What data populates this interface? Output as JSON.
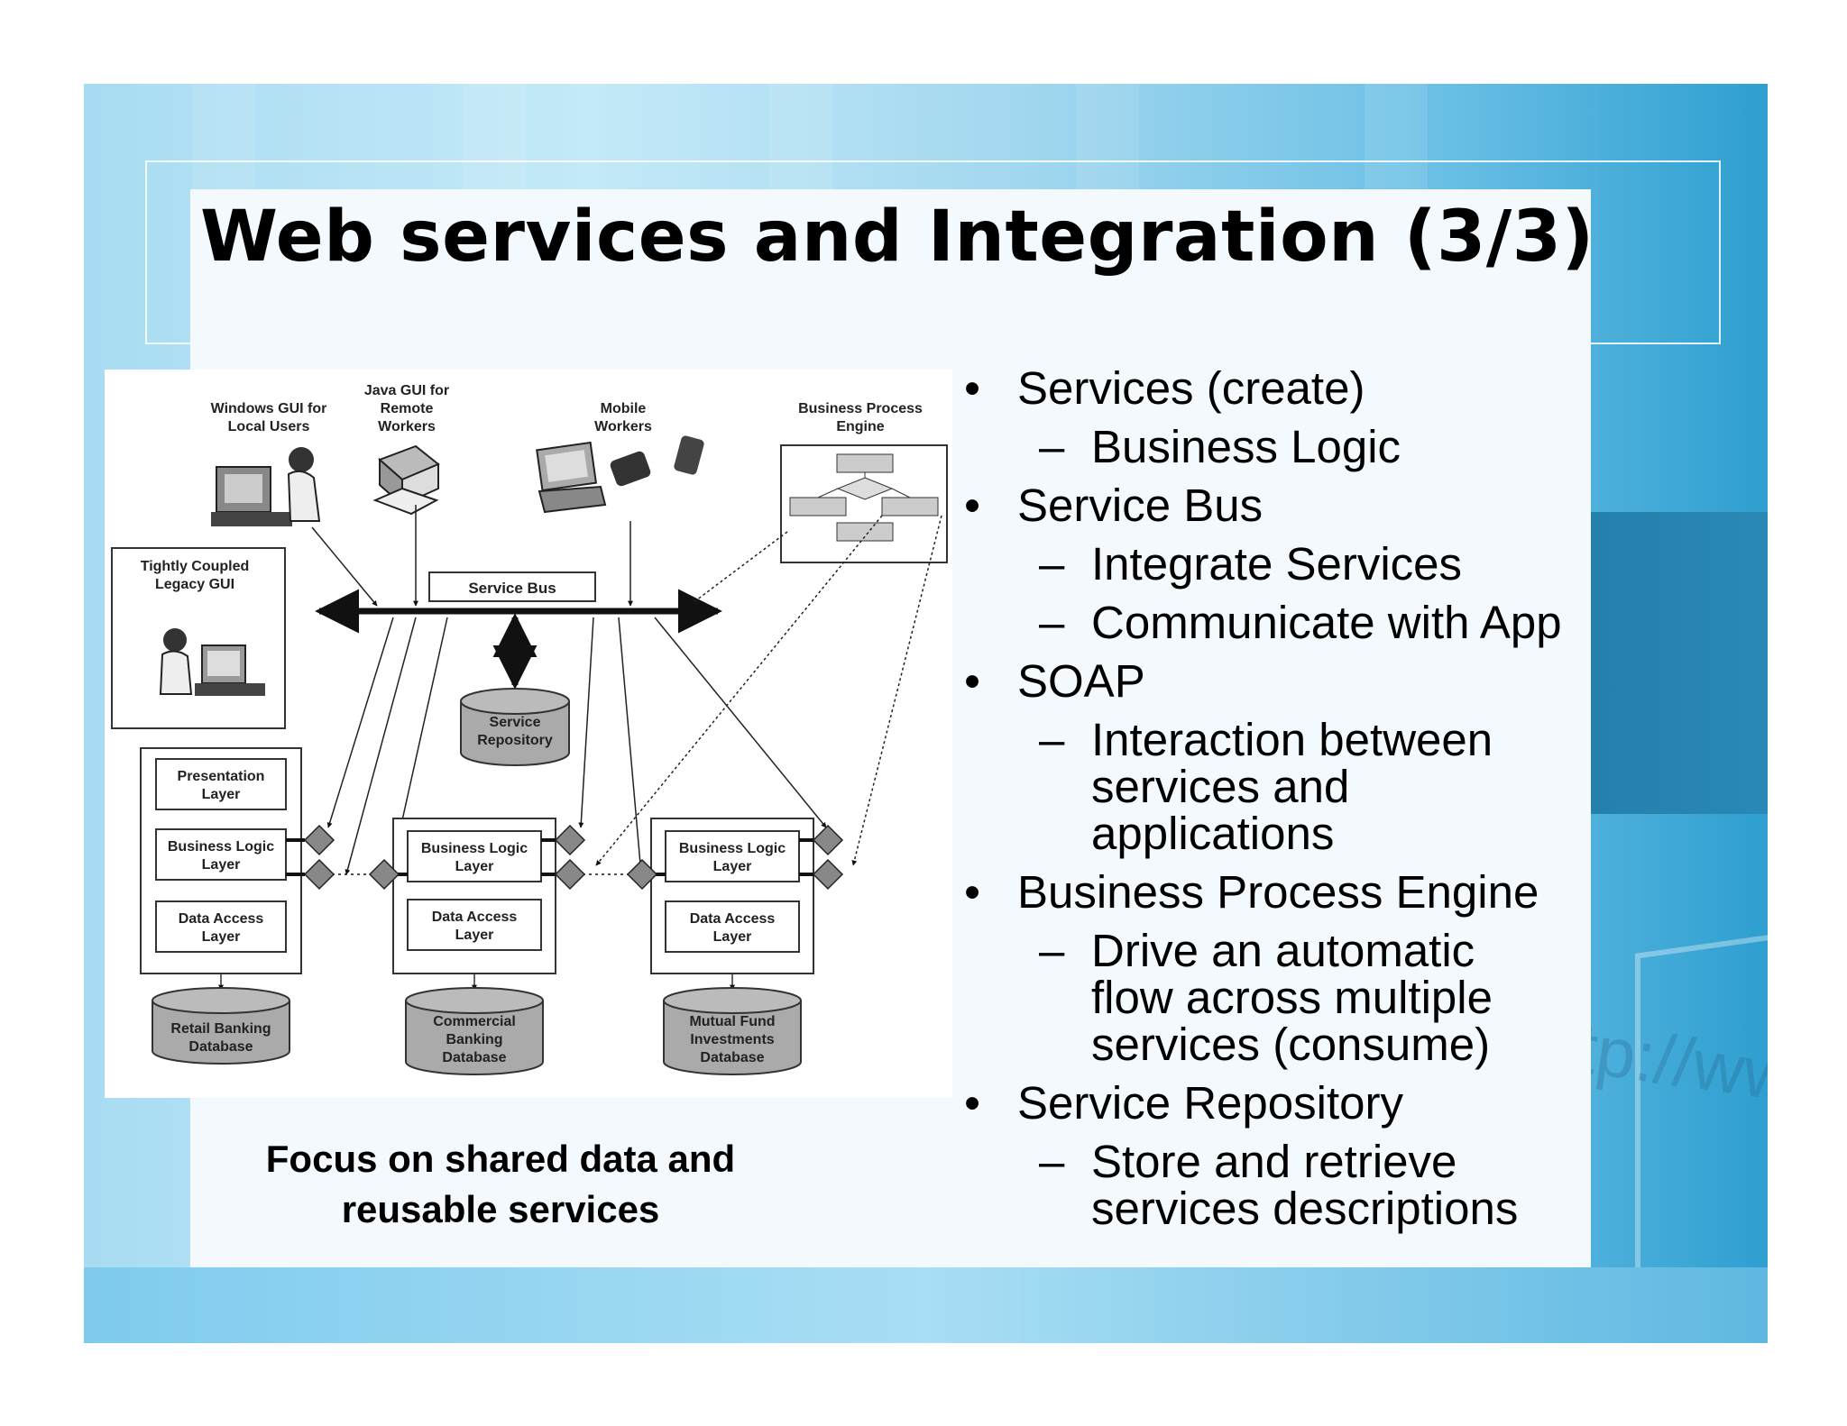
{
  "slide": {
    "title": "Web services and Integration (3/3)",
    "background_url_text": "http://www"
  },
  "diagram": {
    "clients": [
      {
        "label": "Windows GUI for Local Users"
      },
      {
        "label": "Java GUI for Remote Workers"
      },
      {
        "label": "Mobile Workers"
      },
      {
        "label": "Business Process Engine"
      }
    ],
    "legacy_gui": "Tightly Coupled Legacy GUI",
    "service_bus": "Service Bus",
    "service_repository": "Service Repository",
    "stacks": [
      {
        "layers": [
          "Presentation Layer",
          "Business Logic Layer",
          "Data Access Layer"
        ],
        "database": "Retail Banking Database"
      },
      {
        "layers": [
          "Business Logic Layer",
          "Data Access Layer"
        ],
        "database": "Commercial Banking Database"
      },
      {
        "layers": [
          "Business Logic Layer",
          "Data Access Layer"
        ],
        "database": "Mutual Fund Investments Database"
      }
    ]
  },
  "caption": {
    "line1": "Focus on shared data and",
    "line2": "reusable services"
  },
  "bullets": [
    {
      "text": "Services (create)",
      "subs": [
        "Business Logic"
      ]
    },
    {
      "text": "Service Bus",
      "subs": [
        "Integrate Services",
        "Communicate with App"
      ]
    },
    {
      "text": "SOAP",
      "subs": [
        "Interaction between services and applications"
      ]
    },
    {
      "text": "Business Process Engine",
      "subs": [
        "Drive an automatic flow across multiple services (consume)"
      ]
    },
    {
      "text": "Service Repository",
      "subs": [
        "Store and retrieve services descriptions"
      ]
    }
  ],
  "bullet_glyph": "•",
  "sub_glyph": "–"
}
